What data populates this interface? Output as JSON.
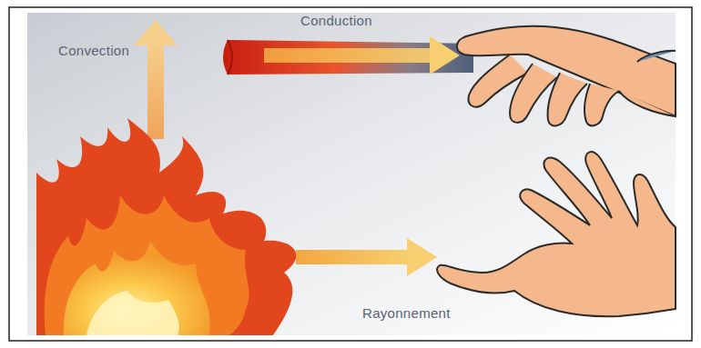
{
  "diagram": {
    "labels": [
      "Conduction",
      "Convection",
      "Rayonnement"
    ]
  }
}
